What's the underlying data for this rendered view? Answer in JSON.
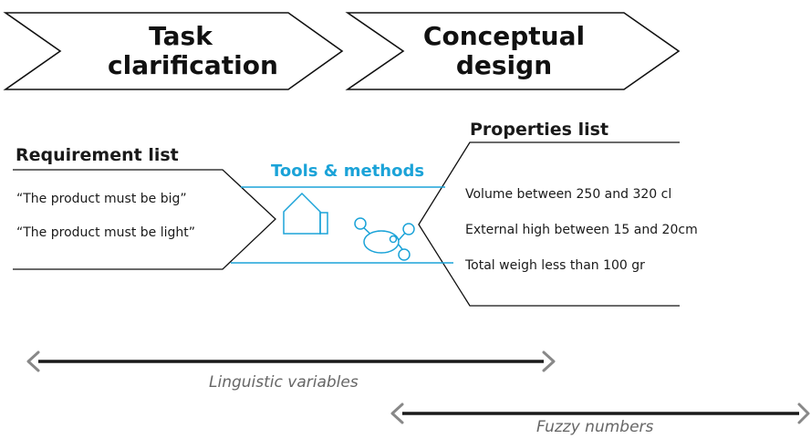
{
  "process": {
    "stage_1": {
      "line_1": "Task",
      "line_2": "clarification"
    },
    "stage_2": {
      "line_1": "Conceptual",
      "line_2": "design"
    }
  },
  "requirement_list": {
    "title": "Requirement list",
    "items": [
      "“The product must be big”",
      "“The product must be light”"
    ]
  },
  "tools": {
    "title": "Tools & methods",
    "icons": [
      "house-icon",
      "network-graph-icon"
    ]
  },
  "properties_list": {
    "title": "Properties list",
    "items": [
      "Volume between 250 and 320 cl",
      "External high between 15 and 20cm",
      "Total weigh less than 100 gr"
    ]
  },
  "ranges": {
    "linguistic": "Linguistic variables",
    "fuzzy": "Fuzzy numbers"
  },
  "colors": {
    "accent": "#1ba3d8",
    "arrow": "#1a1a1a",
    "arrowhead": "#888888",
    "axis_label": "#666666"
  }
}
